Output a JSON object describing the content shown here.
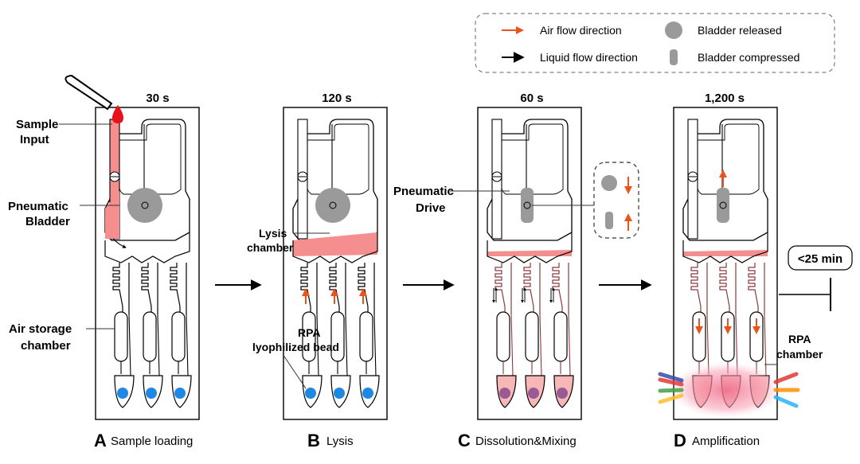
{
  "legend": {
    "air_flow": "Air flow direction",
    "liquid_flow": "Liquid flow direction",
    "bladder_released": "Bladder released",
    "bladder_compressed": "Bladder compressed"
  },
  "colors": {
    "air_arrow": "#e8541c",
    "liquid_arrow": "#000000",
    "sample_fill": "#f58f8f",
    "blood": "#e8121c",
    "bladder": "#9a9a9a",
    "bead": "#1e88e5",
    "bead_mixed": "#8a4a8e"
  },
  "panels": [
    {
      "letter": "A",
      "name": "Sample loading",
      "time": "30 s"
    },
    {
      "letter": "B",
      "name": "Lysis",
      "time": "120 s"
    },
    {
      "letter": "C",
      "name": "Dissolution&Mixing",
      "time": "60 s"
    },
    {
      "letter": "D",
      "name": "Amplification",
      "time": "1,200 s"
    }
  ],
  "labels": {
    "sample_input_1": "Sample",
    "sample_input_2": "Input",
    "pneumatic_bladder_1": "Pneumatic",
    "pneumatic_bladder_2": "Bladder",
    "air_storage_1": "Air storage",
    "air_storage_2": "chamber",
    "lysis_1": "Lysis",
    "lysis_2": "chamber",
    "rpa_bead_1": "RPA",
    "rpa_bead_2": "lyophilized bead",
    "pneumatic_drive_1": "Pneumatic",
    "pneumatic_drive_2": "Drive",
    "rpa_chamber_1": "RPA",
    "rpa_chamber_2": "chamber",
    "total_time": "<25 min"
  }
}
